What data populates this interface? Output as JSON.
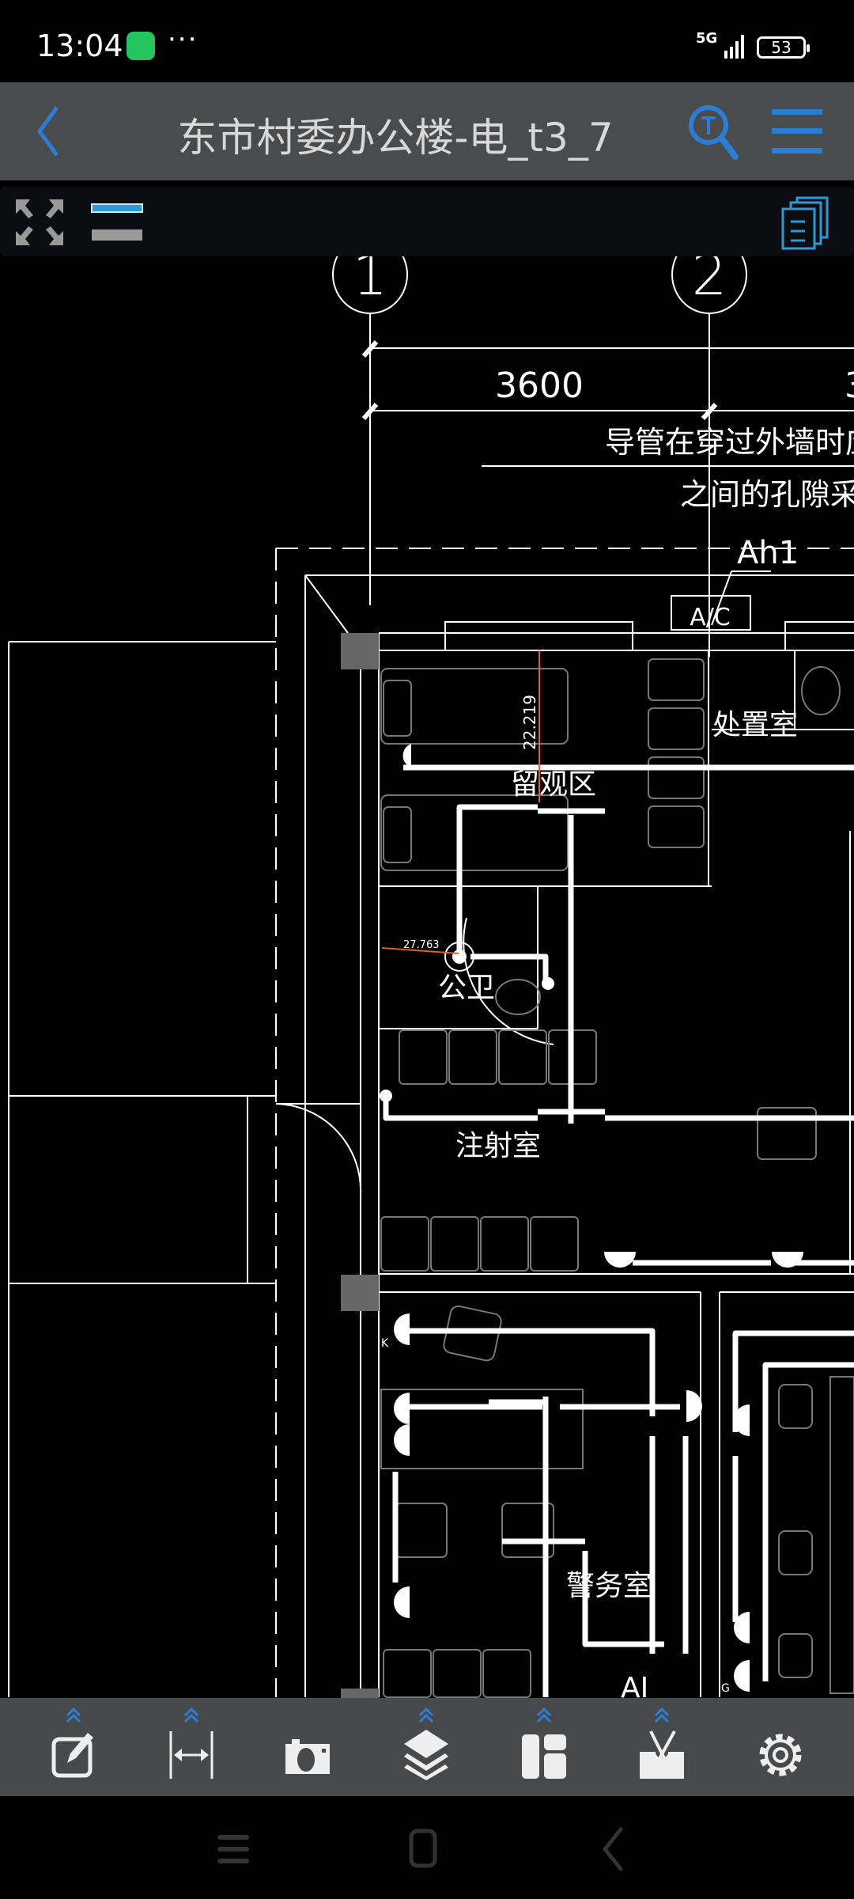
{
  "status_bar": {
    "time": "13:04",
    "more": "···",
    "network": "5G",
    "battery": "53"
  },
  "header": {
    "title": "东市村委办公楼-电_t3_7"
  },
  "drawing": {
    "axis_1": "1",
    "axis_2": "2",
    "dimension": "3600",
    "dimension_partial": "3",
    "note_line_1": "导管在穿过外墙时应加止",
    "note_line_2": "之间的孔隙采用防",
    "label_ah1": "Ah1",
    "label_ac": "A/C",
    "measure_1": "22.219",
    "measure_2": "27.763",
    "rooms": [
      "留观区",
      "处置室",
      "公卫",
      "注射室",
      "警务室"
    ],
    "label_k": "K",
    "label_g": "G",
    "label_ai": "AI"
  },
  "colors": {
    "header_bg": "#4a4b4d",
    "accent": "#2a7fd4",
    "measure": "#e0601e",
    "bottom_bar": "#48494b"
  },
  "toolbar": {
    "icons": [
      "expand-icon",
      "line-weight-icon",
      "documents-icon"
    ]
  },
  "bottom_bar": {
    "icons": [
      "edit-icon",
      "measure-icon",
      "camera-icon",
      "layers-icon",
      "layout-icon",
      "toolbox-icon",
      "settings-icon"
    ]
  }
}
